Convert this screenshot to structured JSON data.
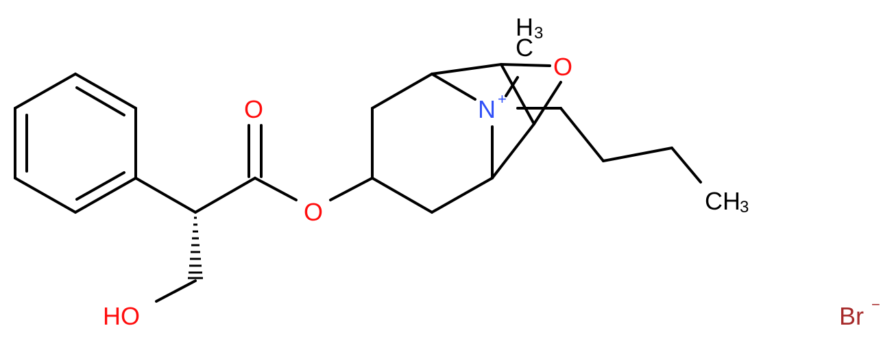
{
  "molecule": {
    "atoms": {
      "o_carbonyl": "O",
      "o_ester": "O",
      "o_hydroxyl": "HO",
      "o_epoxide": "O",
      "nitrogen": "N",
      "nitrogen_charge": "+",
      "methyl_h": "H",
      "methyl_sub": "3",
      "methyl_c": "C",
      "butyl_ch": "CH",
      "butyl_sub": "3",
      "bromide": "Br",
      "bromide_charge": "−"
    },
    "colors": {
      "bond": "#000000",
      "oxygen": "#ff0d0d",
      "nitrogen": "#3050f8",
      "bromine": "#a62929"
    }
  }
}
